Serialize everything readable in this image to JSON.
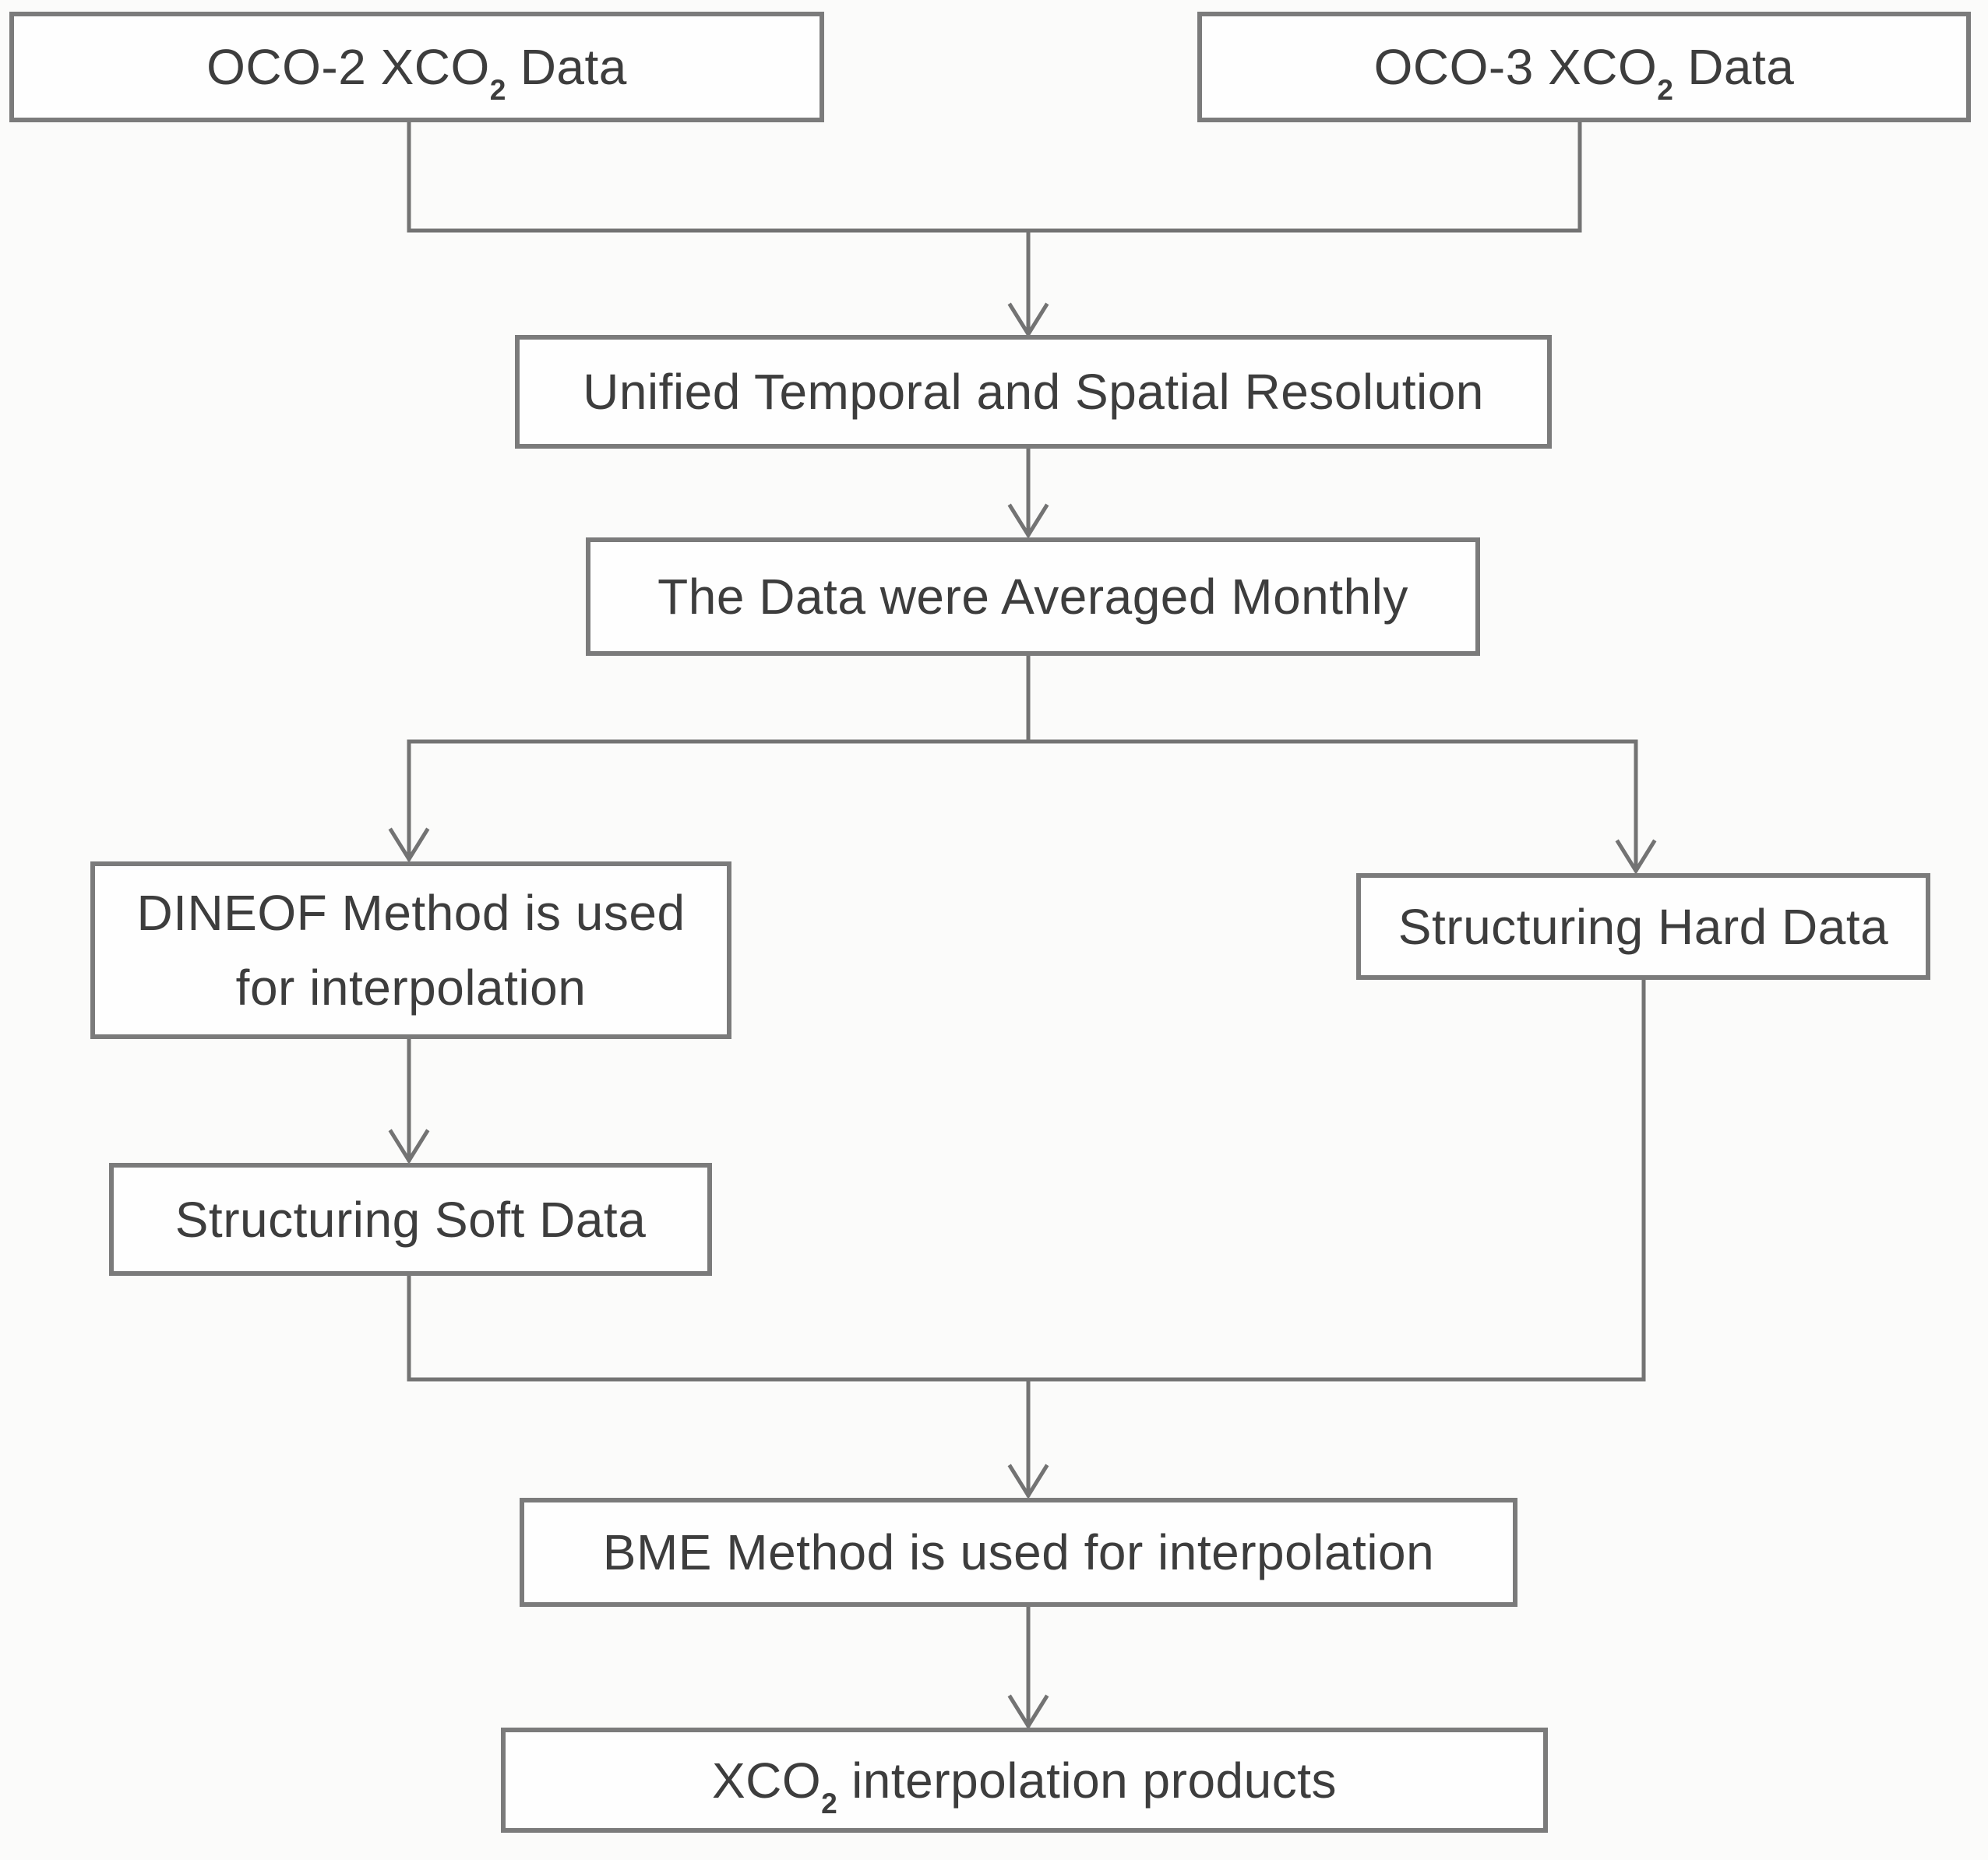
{
  "figure": {
    "type": "flowchart",
    "colors": {
      "background": "#fbfbfa",
      "box_fill": "#fefefe",
      "box_border": "#7b7b7b",
      "connector": "#737373",
      "text": "#3d3d3d"
    },
    "nodes": {
      "oco2": {
        "pre": "OCO-2 XCO",
        "sub": "2",
        "post": " Data"
      },
      "oco3": {
        "pre": "OCO-3 XCO",
        "sub": "2",
        "post": " Data"
      },
      "unified": {
        "label": "Unified Temporal and Spatial Resolution"
      },
      "monthly": {
        "label": "The Data were Averaged Monthly"
      },
      "dineof": {
        "label": "DINEOF Method is used for interpolation"
      },
      "hard": {
        "label": "Structuring Hard Data"
      },
      "soft": {
        "label": "Structuring Soft Data"
      },
      "bme": {
        "label": "BME Method is used for interpolation"
      },
      "products": {
        "pre": "XCO",
        "sub": "2",
        "post": " interpolation products"
      }
    }
  }
}
